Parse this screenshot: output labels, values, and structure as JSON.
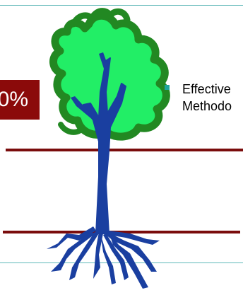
{
  "slide": {
    "percent_text": "0%",
    "bullet_line1": "Effective",
    "bullet_line2": "Methodo"
  },
  "colors": {
    "badge": "#8b0a0a",
    "foliage_light": "#22ee66",
    "foliage_dark": "#228822",
    "trunk": "#1a3fa0",
    "ground_line": "#7a0c0c",
    "bullet": "#1ea59b",
    "frame_line": "#5fb8b8"
  },
  "icons": [
    "tree-illustration",
    "square-bullet-icon"
  ]
}
